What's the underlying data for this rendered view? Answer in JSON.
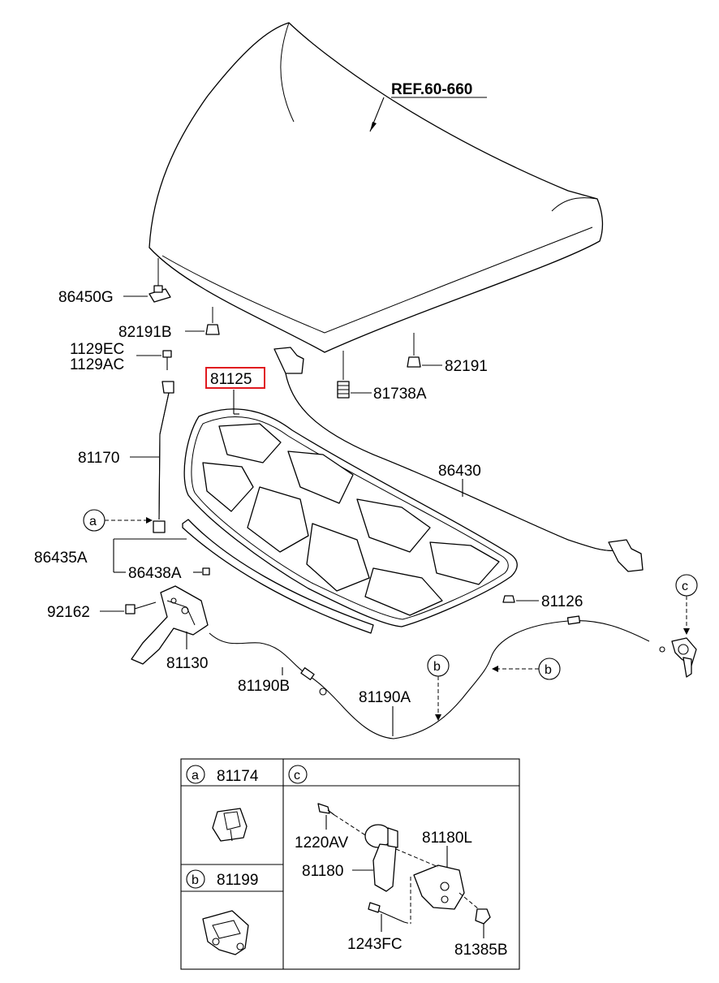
{
  "labels": {
    "ref": "REF.60-660",
    "p86450G": "86450G",
    "p82191B": "82191B",
    "p1129EC": "1129EC",
    "p1129AC": "1129AC",
    "p81125": "81125",
    "p82191": "82191",
    "p81738A": "81738A",
    "p81170": "81170",
    "p86430": "86430",
    "p86435A": "86435A",
    "p86438A": "86438A",
    "p92162": "92162",
    "p81126": "81126",
    "p81130": "81130",
    "p81190B": "81190B",
    "p81190A": "81190A"
  },
  "callouts": {
    "a": "a",
    "b": "b",
    "c": "c"
  },
  "table": {
    "cell_a": {
      "letter": "a",
      "part": "81174"
    },
    "cell_b": {
      "letter": "b",
      "part": "81199"
    },
    "cell_c": {
      "letter": "c",
      "parts": {
        "p1220AV": "1220AV",
        "p81180": "81180",
        "p81180L": "81180L",
        "p1243FC": "1243FC",
        "p81385B": "81385B"
      }
    }
  },
  "colors": {
    "highlight": "#e0191f",
    "line": "#000000",
    "background": "#ffffff"
  }
}
